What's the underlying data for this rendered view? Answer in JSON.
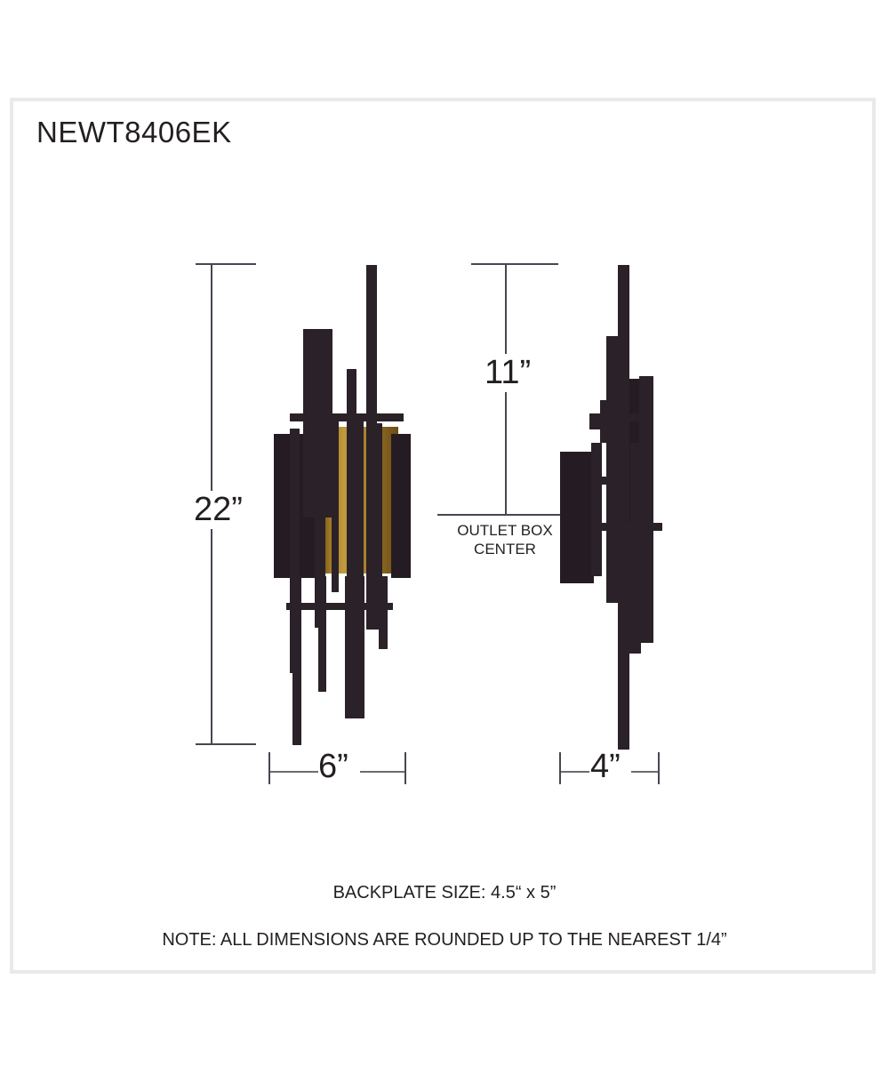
{
  "page": {
    "background_color": "#ffffff",
    "frame_color": "#e9e9e9"
  },
  "header": {
    "model_number": "NEWT8406EK"
  },
  "drawing": {
    "front_view": {
      "name": "front-elevation",
      "height_dimension": {
        "label": "22”",
        "value": 22,
        "unit": "inch"
      },
      "width_dimension": {
        "label": "6”",
        "value": 6,
        "unit": "inch"
      },
      "finish_body_color": "#2b2128",
      "finish_shade_color": "#b08a33"
    },
    "side_view": {
      "name": "side-elevation",
      "outlet_dimension": {
        "label": "11”",
        "value": 11,
        "unit": "inch"
      },
      "outlet_caption_line1": "OUTLET BOX",
      "outlet_caption_line2": "CENTER",
      "width_dimension": {
        "label": "4”",
        "value": 4,
        "unit": "inch"
      },
      "finish_body_color": "#2b2128"
    }
  },
  "notes": {
    "backplate": "BACKPLATE SIZE: 4.5“ x 5”",
    "rounding": "NOTE: ALL DIMENSIONS ARE ROUNDED UP TO THE NEAREST 1/4”"
  }
}
